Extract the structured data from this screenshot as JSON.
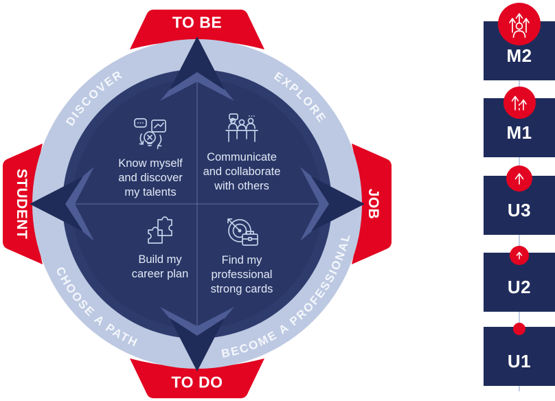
{
  "compass": {
    "tabs": {
      "top": "TO BE",
      "bottom": "TO DO",
      "left": "STUDENT",
      "right": "JOB"
    },
    "arcs": {
      "top_left": "DISCOVER",
      "top_right": "EXPLORE",
      "bottom_left": "CHOOSE A PATH",
      "bottom_right": "BECOME A PROFESSIONAL"
    },
    "quadrants": [
      {
        "icon": "self-discovery-icon",
        "label": "Know myself\nand discover\nmy talents"
      },
      {
        "icon": "collaboration-icon",
        "label": "Communicate\nand collaborate\nwith others"
      },
      {
        "icon": "puzzle-icon",
        "label": "Build my\ncareer plan"
      },
      {
        "icon": "target-briefcase-icon",
        "label": "Find my\nprofessional\nstrong cards"
      }
    ]
  },
  "levels": {
    "items": [
      {
        "label": "M2",
        "icon": "growth-person-icon"
      },
      {
        "label": "M1",
        "icon": "double-up-arrow-icon"
      },
      {
        "label": "U3",
        "icon": "up-arrow-icon"
      },
      {
        "label": "U2",
        "icon": "small-up-arrow-icon"
      },
      {
        "label": "U1",
        "icon": "dot-icon"
      }
    ]
  },
  "colors": {
    "red": "#E20421",
    "needle_navy": "#1F2B58",
    "box_navy": "#1F2C5B",
    "inner_circle_navy": "#293666",
    "ring_band_navy": "#2E3B6D",
    "chevron_blue": "#4D5C95",
    "light_blue": "#BDC9E2"
  }
}
